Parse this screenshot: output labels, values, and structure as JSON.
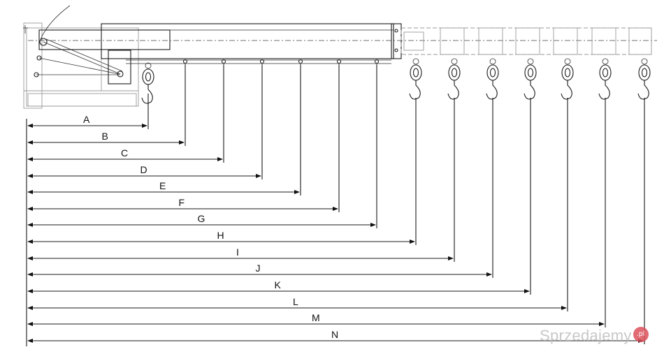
{
  "dimensions": [
    "A",
    "B",
    "C",
    "D",
    "E",
    "F",
    "G",
    "H",
    "I",
    "J",
    "K",
    "L",
    "M",
    "N"
  ],
  "watermark": {
    "text": "Sprzedajemy",
    "badge": ".pl"
  }
}
